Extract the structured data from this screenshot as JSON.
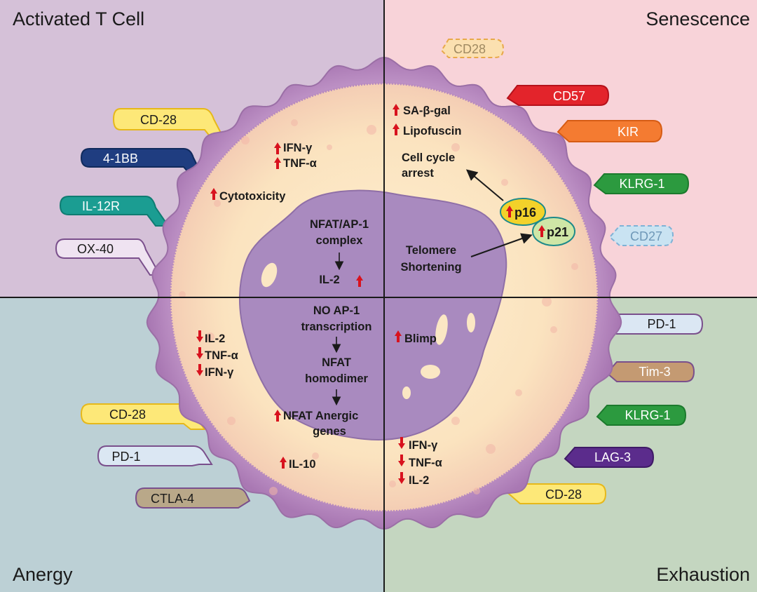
{
  "quadrants": {
    "activated": {
      "title": "Activated T Cell",
      "color": "#d5c1d8"
    },
    "senescence": {
      "title": "Senescence",
      "color": "#f8d3d9"
    },
    "anergy": {
      "title": "Anergy",
      "color": "#bcd0d5"
    },
    "exhaustion": {
      "title": "Exhaustion",
      "color": "#c4d6c0"
    }
  },
  "receptors": {
    "cd28_act": {
      "label": "CD-28",
      "fill": "#fde878",
      "stroke": "#e6b81a"
    },
    "ibb": {
      "label": "4-1BB",
      "fill": "#1f3d80",
      "stroke": "#102a5c",
      "text": "#ffffff"
    },
    "il12r": {
      "label": "IL-12R",
      "fill": "#1b9d92",
      "stroke": "#0f7c72",
      "text": "#ffffff"
    },
    "ox40": {
      "label": "OX-40",
      "fill": "#efe3f1",
      "stroke": "#7a4f8c"
    },
    "cd28_sen": {
      "label": "CD28",
      "fill": "#fbe0b0",
      "stroke": "#e8a84a",
      "text": "#a08a62"
    },
    "cd57": {
      "label": "CD57",
      "fill": "#e3242b",
      "stroke": "#b5121b",
      "text": "#ffffff"
    },
    "kir": {
      "label": "KIR",
      "fill": "#f47b31",
      "stroke": "#d65c14",
      "text": "#ffffff"
    },
    "klrg1_sen": {
      "label": "KLRG-1",
      "fill": "#2c9a3f",
      "stroke": "#1c7a2d",
      "text": "#ffffff"
    },
    "cd27": {
      "label": "CD27",
      "fill": "#c9e3f2",
      "stroke": "#7fb2d6",
      "text": "#6f98b8"
    },
    "cd28_an": {
      "label": "CD-28",
      "fill": "#fde878",
      "stroke": "#e6b81a"
    },
    "pd1_an": {
      "label": "PD-1",
      "fill": "#dbe7f3",
      "stroke": "#7a4f8c"
    },
    "ctla4": {
      "label": "CTLA-4",
      "fill": "#b9a889",
      "stroke": "#7a4f8c"
    },
    "pd1_ex": {
      "label": "PD-1",
      "fill": "#dbe7f3",
      "stroke": "#7a4f8c"
    },
    "tim3": {
      "label": "Tim-3",
      "fill": "#c49a72",
      "stroke": "#7a4f8c",
      "text": "#ffffff"
    },
    "klrg1_ex": {
      "label": "KLRG-1",
      "fill": "#2c9a3f",
      "stroke": "#1c7a2d",
      "text": "#ffffff"
    },
    "lag3": {
      "label": "LAG-3",
      "fill": "#5b2c8c",
      "stroke": "#3f1a66",
      "text": "#ffffff"
    },
    "cd28_ex": {
      "label": "CD-28",
      "fill": "#fde878",
      "stroke": "#e6b81a"
    }
  },
  "activated": {
    "ifn": "IFN-γ",
    "tnf": "TNF-α",
    "cytotoxicity": "Cytotoxicity",
    "nfat_line1": "NFAT/AP-1",
    "nfat_line2": "complex",
    "il2": "IL-2"
  },
  "senescence": {
    "sabgal": "SA-β-gal",
    "lipofuscin": "Lipofuscin",
    "arrest_line1": "Cell cycle",
    "arrest_line2": "arrest",
    "p16": "p16",
    "p21": "p21",
    "telomere_line1": "Telomere",
    "telomere_line2": "Shortening"
  },
  "anergy": {
    "il2": "IL-2",
    "tnf": "TNF-α",
    "ifn": "IFN-γ",
    "noap1_line1": "NO AP-1",
    "noap1_line2": "transcription",
    "homo_line1": "NFAT",
    "homo_line2": "homodimer",
    "genes_line1": "NFAT Anergic",
    "genes_line2": "genes",
    "il10": "IL-10"
  },
  "exhaustion": {
    "blimp": "Blimp",
    "ifn": "IFN-γ",
    "tnf": "TNF-α",
    "il2": "IL-2"
  },
  "colors": {
    "cell_membrane": "#b98fc0",
    "cytoplasm": "#fbe7c4",
    "nucleus": "#a98abf",
    "up_arrow": "#d8121e"
  }
}
